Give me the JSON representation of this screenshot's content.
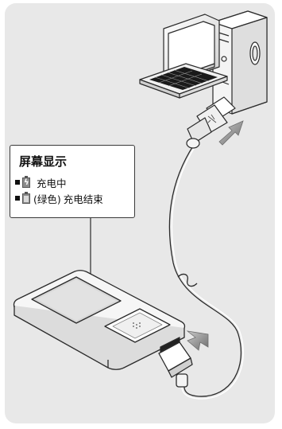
{
  "callout": {
    "title": "屏幕显示",
    "rows": [
      {
        "icon": "charging-battery-icon",
        "text": "充电中"
      },
      {
        "icon": "full-battery-icon",
        "prefix": "(绿色)",
        "text": "充电结束"
      }
    ]
  },
  "colors": {
    "panel": "#e8e8e8",
    "outline": "#2a2a2a",
    "arrow": "#8a8a8a",
    "screen": "#d6d6d6"
  }
}
